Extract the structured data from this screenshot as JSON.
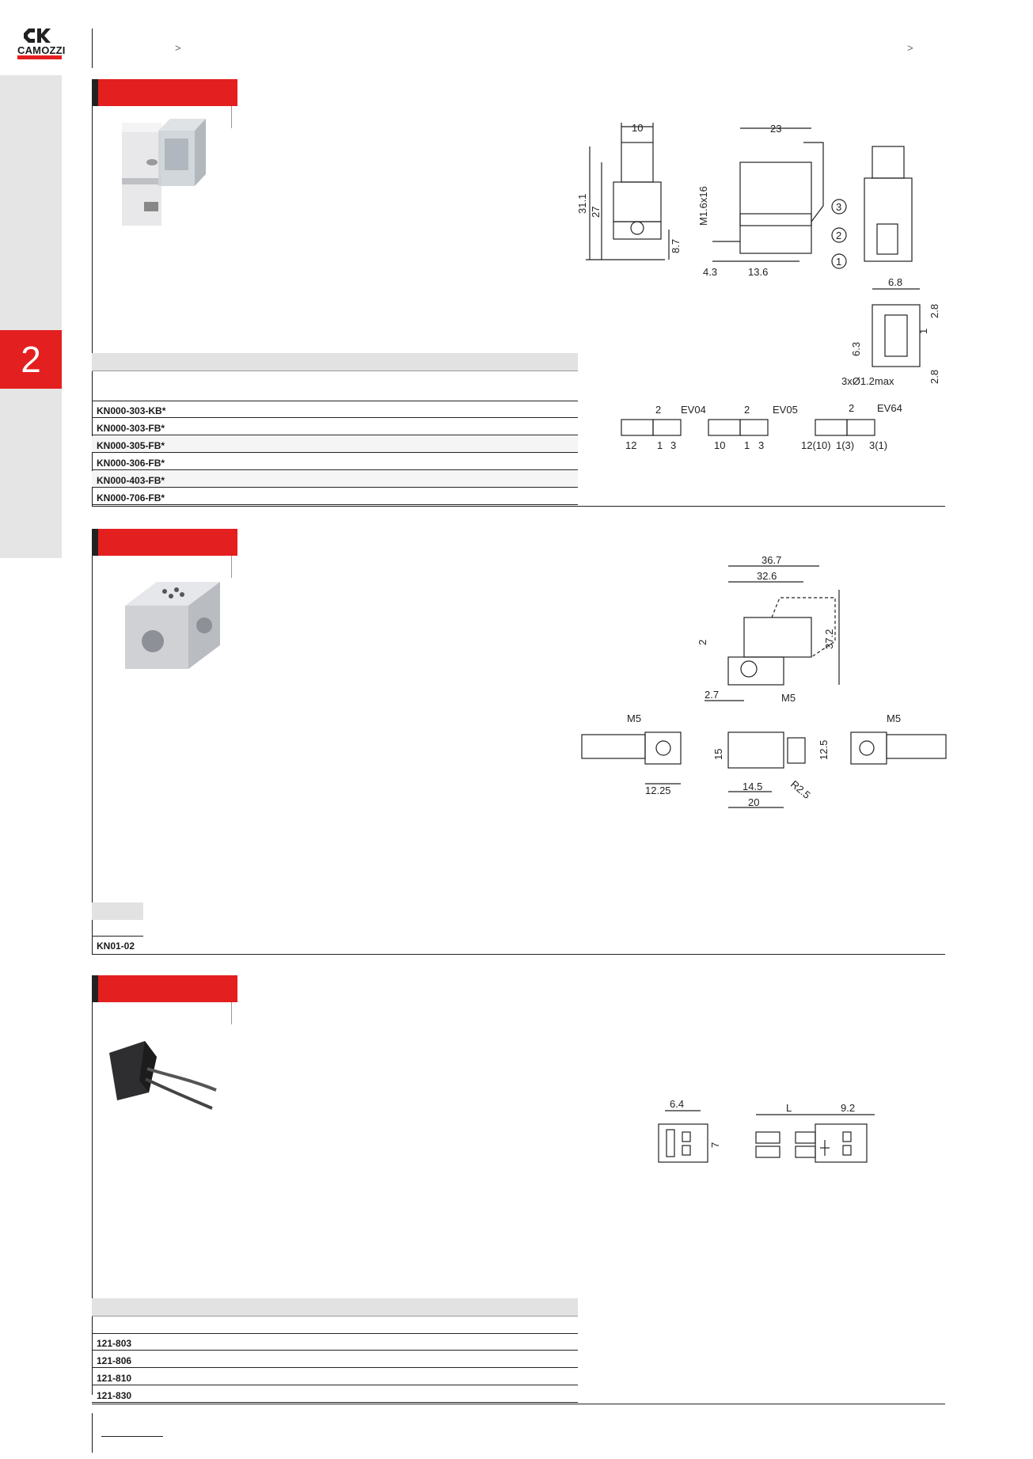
{
  "header": {
    "brand": "CAMOZZI",
    "chevron_left": ">",
    "chevron_right": ">"
  },
  "sidebar": {
    "chapter": "2"
  },
  "section1": {
    "codes": [
      "KN000-303-KB*",
      "KN000-303-FB*",
      "KN000-305-FB*",
      "KN000-306-FB*",
      "KN000-403-FB*",
      "KN000-706-FB*"
    ],
    "dims": {
      "d10": "10",
      "d23": "23",
      "d31_1": "31.1",
      "d27": "27",
      "d8_7": "8.7",
      "m16": "M1.6x16",
      "d4_3": "4.3",
      "d13_6": "13.6",
      "d6_8": "6.8",
      "d2_8a": "2.8",
      "d1": "1",
      "d6_3": "6.3",
      "d2_8b": "2.8",
      "holes": "3xØ1.2max",
      "p3": "3",
      "p2": "2",
      "p1": "1"
    },
    "symbols": {
      "ev04": {
        "name": "EV04",
        "top": "2",
        "ports": [
          "12",
          "1",
          "3"
        ]
      },
      "ev05": {
        "name": "EV05",
        "top": "2",
        "ports": [
          "10",
          "1",
          "3"
        ]
      },
      "ev64": {
        "name": "EV64",
        "top": "2",
        "ports": [
          "12(10)",
          "1(3)",
          "3(1)"
        ]
      }
    }
  },
  "section2": {
    "codes": [
      "KN01-02"
    ],
    "dims": {
      "d36_7": "36.7",
      "d32_6": "32.6",
      "d37_2": "37.2",
      "d2": "2",
      "d2_7": "2.7",
      "m5a": "M5",
      "m5b": "M5",
      "m5c": "M5",
      "d12_25": "12.25",
      "d15": "15",
      "d12_5": "12.5",
      "d14_5": "14.5",
      "d20": "20",
      "r2_5": "R2.5"
    }
  },
  "section3": {
    "codes": [
      "121-803",
      "121-806",
      "121-810",
      "121-830"
    ],
    "dims": {
      "d6_4": "6.4",
      "dL": "L",
      "d9_2": "9.2",
      "d7": "7"
    }
  }
}
